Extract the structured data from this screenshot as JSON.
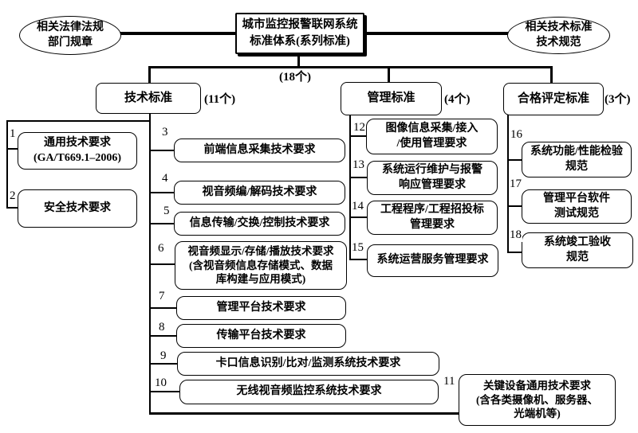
{
  "title_box": {
    "text": "城市监控报警联网系统\n标准体系(系列标准)"
  },
  "ellipses": {
    "left": "相关法律法规\n部门规章",
    "right": "相关技术标准\n技术规范"
  },
  "total_count": "(18个)",
  "branches": {
    "tech": {
      "label": "技术标准",
      "count": "(11个)"
    },
    "mgmt": {
      "label": "管理标准",
      "count": "(4个)"
    },
    "conf": {
      "label": "合格评定标准",
      "count": "(3个)"
    }
  },
  "items": {
    "i1": {
      "no": "1",
      "text": "通用技术要求\n(GA/T669.1–2006)"
    },
    "i2": {
      "no": "2",
      "text": "安全技术要求"
    },
    "i3": {
      "no": "3",
      "text": "前端信息采集技术要求"
    },
    "i4": {
      "no": "4",
      "text": "视音频编/解码技术要求"
    },
    "i5": {
      "no": "5",
      "text": "信息传输/交换/控制技术要求"
    },
    "i6": {
      "no": "6",
      "text": "视音频显示/存储/播放技术要求\n(含视音频信息存储模式、数据\n库构建与应用模式)"
    },
    "i7": {
      "no": "7",
      "text": "管理平台技术要求"
    },
    "i8": {
      "no": "8",
      "text": "传输平台技术要求"
    },
    "i9": {
      "no": "9",
      "text": "卡口信息识别/比对/监测系统技术要求"
    },
    "i10": {
      "no": "10",
      "text": "无线视音频监控系统技术要求"
    },
    "i11": {
      "no": "11",
      "text": "关键设备通用技术要求\n(含各类摄像机、服务器、\n光端机等)"
    },
    "i12": {
      "no": "12",
      "text": "图像信息采集/接入\n/使用管理要求"
    },
    "i13": {
      "no": "13",
      "text": "系统运行维护与报警\n响应管理要求"
    },
    "i14": {
      "no": "14",
      "text": "工程程序/工程招投标\n管理要求"
    },
    "i15": {
      "no": "15",
      "text": "系统运营服务管理要求"
    },
    "i16": {
      "no": "16",
      "text": "系统功能/性能检验\n规范"
    },
    "i17": {
      "no": "17",
      "text": "管理平台软件\n测试规范"
    },
    "i18": {
      "no": "18",
      "text": "系统竣工验收\n规范"
    }
  },
  "colors": {
    "ink": "#000000",
    "background": "#ffffff"
  }
}
